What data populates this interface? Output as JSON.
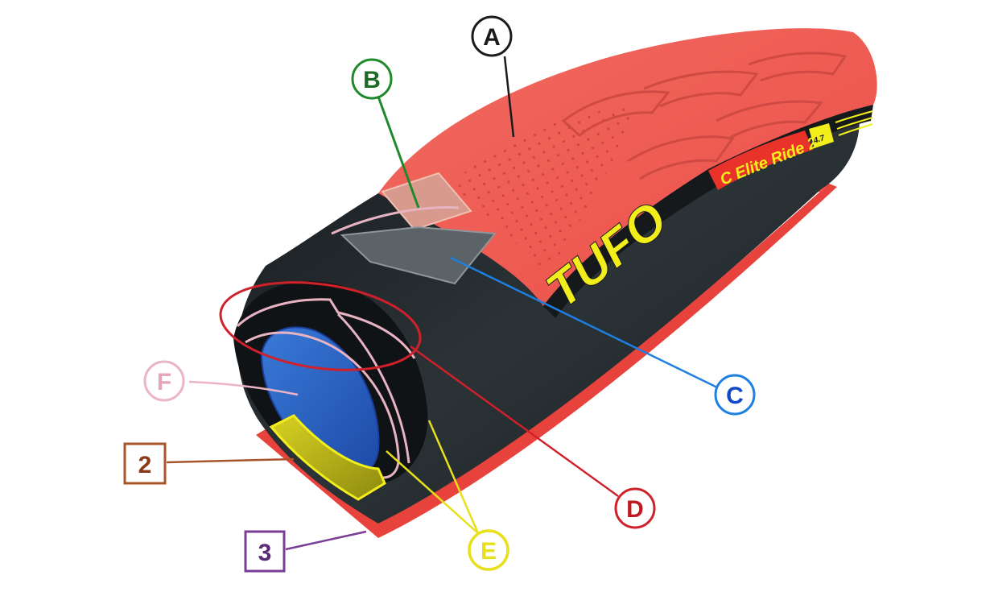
{
  "diagram": {
    "subject": "Tubular bicycle tire cutaway",
    "colors": {
      "tread": "#ef5a52",
      "tread_dark": "#d6403a",
      "casing": "#1e2327",
      "casing_mid": "#2e353a",
      "brand_yellow": "#f2ee1c",
      "base_tape_red": "#e8423c"
    },
    "brand": {
      "logo": "TUFO",
      "model": "C Elite Ride 2",
      "badge": "4.7"
    },
    "callouts": [
      {
        "id": "A",
        "label": "A",
        "shape": "circle",
        "color": "#1a1a1a"
      },
      {
        "id": "B",
        "label": "B",
        "shape": "circle",
        "color": "#1f8a2a"
      },
      {
        "id": "C",
        "label": "C",
        "shape": "circle",
        "color": "#1d7fe0"
      },
      {
        "id": "D",
        "label": "D",
        "shape": "circle",
        "color": "#d0202a"
      },
      {
        "id": "E",
        "label": "E",
        "shape": "circle",
        "color": "#e8e01a"
      },
      {
        "id": "F",
        "label": "F",
        "shape": "circle",
        "color": "#eab4c4"
      },
      {
        "id": "2",
        "label": "2",
        "shape": "square",
        "color": "#a8552a"
      },
      {
        "id": "3",
        "label": "3",
        "shape": "square",
        "color": "#7a3d96"
      }
    ]
  }
}
